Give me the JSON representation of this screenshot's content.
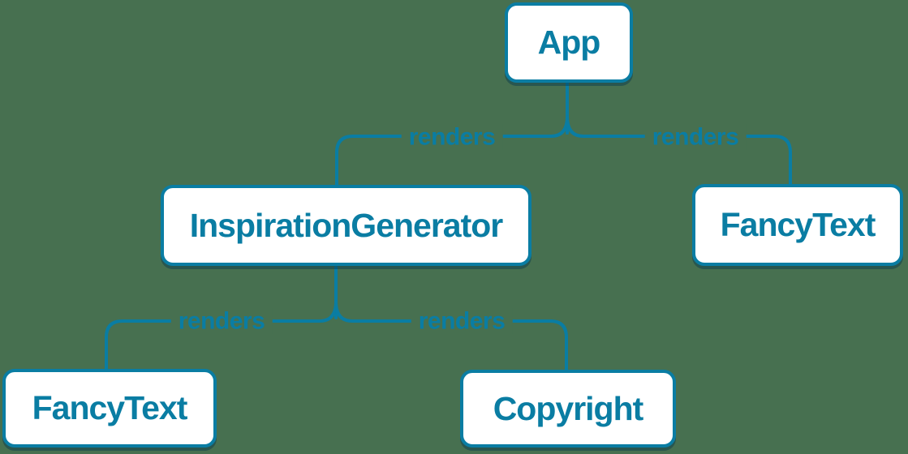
{
  "diagram": {
    "type": "component-render-tree",
    "colors": {
      "background": "#477050",
      "accent": "#0a7da3",
      "box_fill": "#ffffff",
      "box_shadow": "rgba(5,55,78,0.45)"
    },
    "nodes": [
      {
        "id": "app",
        "label": "App"
      },
      {
        "id": "inspiration-generator",
        "label": "InspirationGenerator"
      },
      {
        "id": "fancy-text-right",
        "label": "FancyText"
      },
      {
        "id": "fancy-text-left",
        "label": "FancyText"
      },
      {
        "id": "copyright",
        "label": "Copyright"
      }
    ],
    "edges": [
      {
        "from": "App",
        "to": "InspirationGenerator",
        "label": "renders"
      },
      {
        "from": "App",
        "to": "FancyText",
        "label": "renders"
      },
      {
        "from": "InspirationGenerator",
        "to": "FancyText",
        "label": "renders"
      },
      {
        "from": "InspirationGenerator",
        "to": "Copyright",
        "label": "renders"
      }
    ]
  }
}
